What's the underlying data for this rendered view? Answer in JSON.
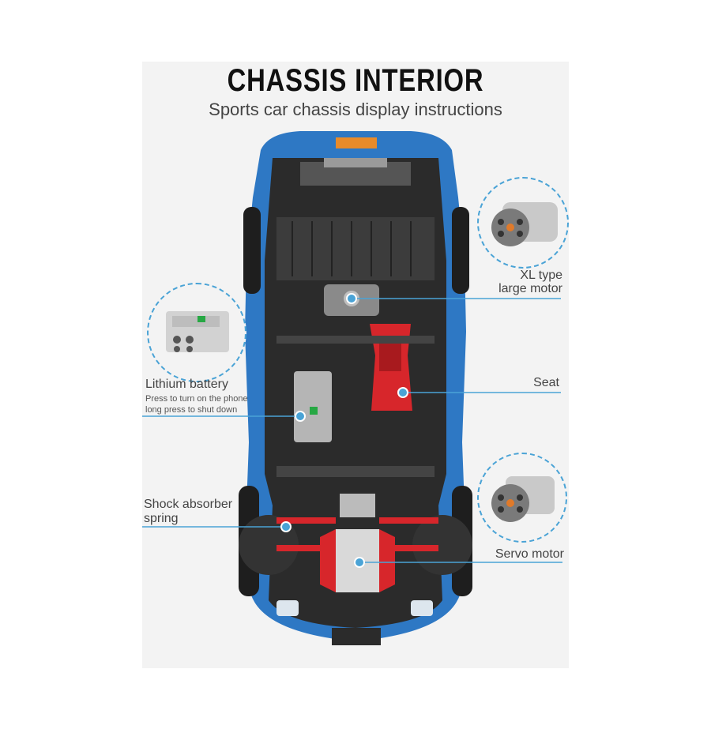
{
  "header": {
    "title": "CHASSIS INTERIOR",
    "subtitle": "Sports car chassis display instructions"
  },
  "callouts": {
    "xl_motor": {
      "line1": "XL type",
      "line2": "large motor",
      "icon": "xl-motor-icon"
    },
    "battery": {
      "title": "Lithium battery",
      "hint1": "Press to turn on the phone",
      "hint2": "long press to shut down",
      "icon": "battery-box-icon"
    },
    "seat": {
      "label": "Seat"
    },
    "shock": {
      "line1": "Shock absorber",
      "line2": "spring"
    },
    "servo": {
      "label": "Servo motor",
      "icon": "servo-motor-icon"
    }
  },
  "colors": {
    "body_blue": "#2e78c4",
    "seat_red": "#d7262b",
    "callout_dash": "#4aa3d6",
    "chassis_dark": "#2b2b2b"
  }
}
